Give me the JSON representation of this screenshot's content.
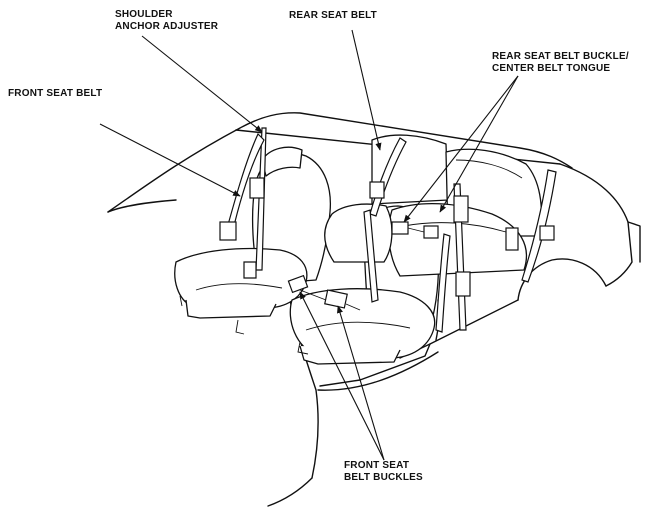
{
  "callouts": {
    "shoulder_anchor_adjuster": [
      "SHOULDER",
      "ANCHOR ADJUSTER"
    ],
    "rear_seat_belt": "REAR SEAT BELT",
    "rear_buckle_center_tongue": [
      "REAR SEAT BELT BUCKLE/",
      "CENTER BELT TONGUE"
    ],
    "front_seat_belt": "FRONT SEAT BELT",
    "front_seat_belt_buckles": [
      "FRONT SEAT",
      "BELT BUCKLES"
    ]
  },
  "colors": {
    "ink": "#111111",
    "background": "#ffffff"
  }
}
